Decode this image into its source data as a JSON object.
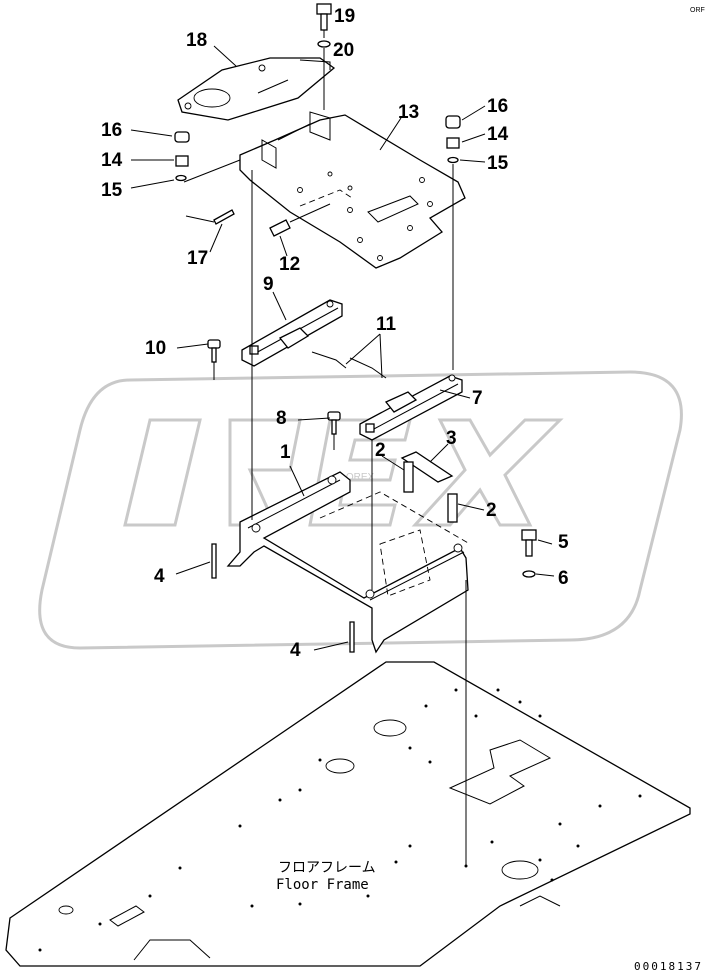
{
  "watermark": {
    "text": "OREX",
    "color": "#c9c9c9"
  },
  "callouts": [
    {
      "id": "c19a",
      "label": "19"
    },
    {
      "id": "c20",
      "label": "20"
    },
    {
      "id": "c18",
      "label": "18"
    },
    {
      "id": "c16a",
      "label": "16"
    },
    {
      "id": "c14a",
      "label": "14"
    },
    {
      "id": "c15a",
      "label": "15"
    },
    {
      "id": "c13",
      "label": "13"
    },
    {
      "id": "c16b",
      "label": "16"
    },
    {
      "id": "c14b",
      "label": "14"
    },
    {
      "id": "c15b",
      "label": "15"
    },
    {
      "id": "c17",
      "label": "17"
    },
    {
      "id": "c12",
      "label": "12"
    },
    {
      "id": "c9",
      "label": "9"
    },
    {
      "id": "c11",
      "label": "11"
    },
    {
      "id": "c10",
      "label": "10"
    },
    {
      "id": "c7",
      "label": "7"
    },
    {
      "id": "c8",
      "label": "8"
    },
    {
      "id": "c1",
      "label": "1"
    },
    {
      "id": "c2a",
      "label": "2"
    },
    {
      "id": "c3",
      "label": "3"
    },
    {
      "id": "c2b",
      "label": "2"
    },
    {
      "id": "c5",
      "label": "5"
    },
    {
      "id": "c4a",
      "label": "4"
    },
    {
      "id": "c6",
      "label": "6"
    },
    {
      "id": "c4b",
      "label": "4"
    }
  ],
  "floor_label": {
    "jp": "フロアフレーム",
    "en": "Floor Frame"
  },
  "drawing_id": "00018137",
  "corner_mark": "ORF"
}
